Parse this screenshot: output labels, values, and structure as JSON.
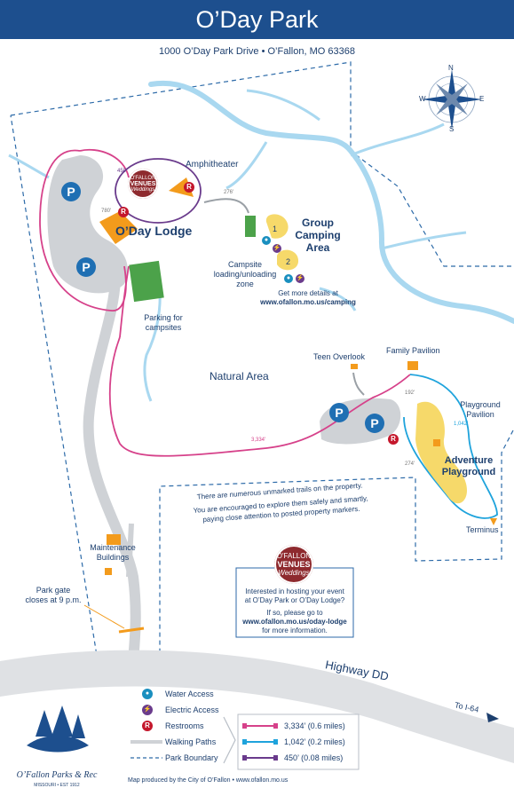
{
  "title": "O’Day Park",
  "address": "1000 O’Day Park Drive • O’Fallon, MO 63368",
  "compass": {
    "n": "N",
    "e": "E",
    "s": "S",
    "w": "W"
  },
  "labels": {
    "amphitheater": "Amphitheater",
    "oday_lodge": "O’Day Lodge",
    "group_camping_1": "Group",
    "group_camping_2": "Camping",
    "group_camping_3": "Area",
    "campsite_loading_1": "Campsite",
    "campsite_loading_2": "loading/unloading",
    "campsite_loading_3": "zone",
    "camping_details_1": "Get more details at",
    "camping_details_2": "www.ofallon.mo.us/camping",
    "parking_campsites_1": "Parking for",
    "parking_campsites_2": "campsites",
    "natural_area": "Natural Area",
    "teen_overlook": "Teen Overlook",
    "family_pavilion": "Family Pavilion",
    "playground_pavilion_1": "Playground",
    "playground_pavilion_2": "Pavilion",
    "adventure_playground_1": "Adventure",
    "adventure_playground_2": "Playground",
    "terminus": "Terminus",
    "maintenance_1": "Maintenance",
    "maintenance_2": "Buildings",
    "park_gate_1": "Park gate",
    "park_gate_2": "closes at 9 p.m.",
    "highway": "Highway DD",
    "to_i64": "To I-64",
    "trail_note_1": "There are numerous unmarked trails on the property.",
    "trail_note_2": "You are encouraged to explore them safely and smartly,",
    "trail_note_3": "paying close attention to posted property markers.",
    "camp_site_1": "1",
    "camp_site_2": "2",
    "dist_3334": "3,334'",
    "dist_450": "450'",
    "dist_780": "780'",
    "dist_274": "274'",
    "dist_192": "192'",
    "dist_1042": "1,042'",
    "dist_276": "276'"
  },
  "venues": {
    "seal_text_1": "O'FALLON",
    "seal_text_2": "VENUES",
    "seal_text_3": "Weddings",
    "box_line_1": "Interested in hosting your event",
    "box_line_2": "at O’Day Park or O’Day Lodge?",
    "box_line_3": "If so, please go to",
    "box_line_4": "www.ofallon.mo.us/oday-lodge",
    "box_line_5": "for more information."
  },
  "icons": {
    "parking": "P",
    "restroom": "R"
  },
  "legend": {
    "water": "Water Access",
    "electric": "Electric Access",
    "restrooms": "Restrooms",
    "walking": "Walking Paths",
    "boundary": "Park Boundary",
    "trail_pink": "3,334’ (0.6 miles)",
    "trail_cyan": "1,042’ (0.2 miles)",
    "trail_purple": "450’ (0.08 miles)"
  },
  "logo": {
    "text": "O’Fallon Parks & Rec",
    "subtext": "MISSOURI • EST 1912"
  },
  "credit": "Map produced by the City of O’Fallon • www.ofallon.mo.us",
  "colors": {
    "header": "#1d4f8e",
    "water": "#a9d8f0",
    "path": "#cfd2d6",
    "pink_trail": "#d6418a",
    "cyan_trail": "#1ea3dc",
    "purple_trail": "#6a3b8c",
    "orange": "#f39b1c",
    "green": "#4ca24a",
    "yellow": "#f6d96a",
    "boundary": "#2c6aa8"
  }
}
